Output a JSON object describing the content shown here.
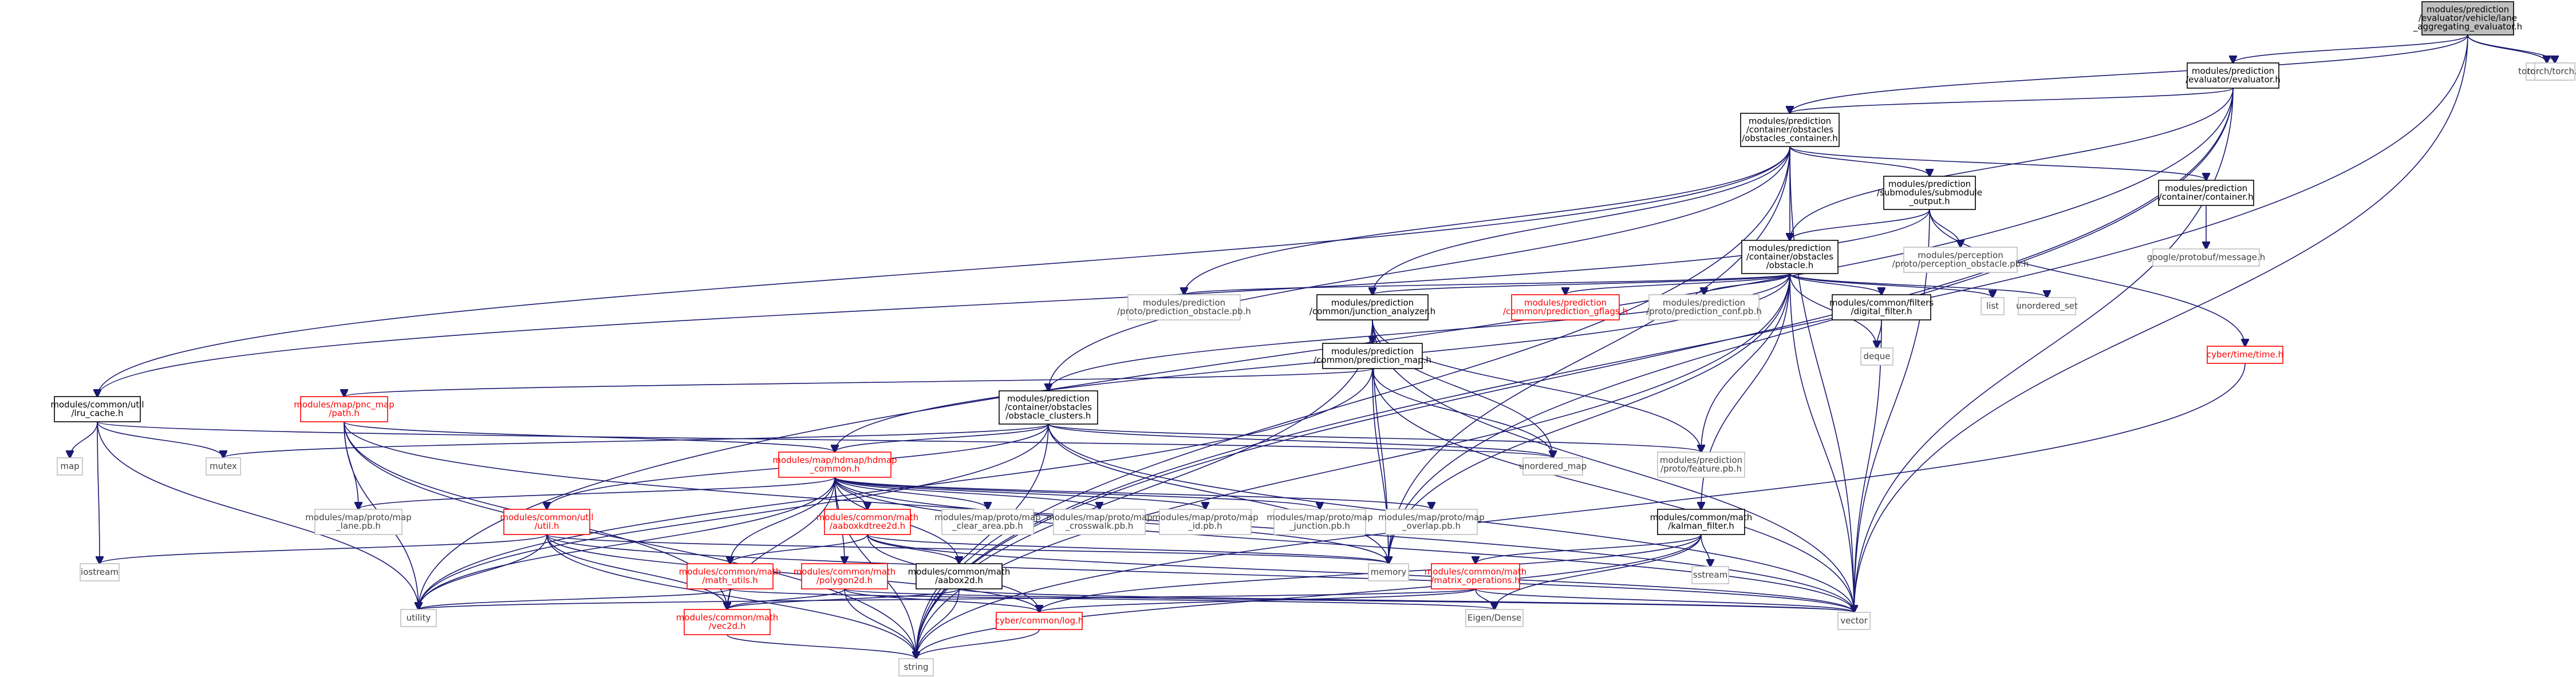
{
  "colors": {
    "edge": "#191970",
    "root_fill": "#bfbfbf",
    "node_border": "#000000",
    "broken_link_border": "#ff0000",
    "plain_border": "#bfbfbf"
  },
  "nodes": [
    {
      "id": "root",
      "kind": "root",
      "lines": [
        "modules/prediction",
        "/evaluator/vehicle/lane",
        "_aggregating_evaluator.h"
      ]
    },
    {
      "id": "evaluator",
      "kind": "box",
      "lines": [
        "modules/prediction",
        "/evaluator/evaluator.h"
      ]
    },
    {
      "id": "torch_script",
      "kind": "plain",
      "lines": [
        "torch/script.h"
      ]
    },
    {
      "id": "torch_torch",
      "kind": "plain",
      "lines": [
        "torch/torch.h"
      ]
    },
    {
      "id": "obstacles_container",
      "kind": "box",
      "lines": [
        "modules/prediction",
        "/container/obstacles",
        "/obstacles_container.h"
      ]
    },
    {
      "id": "submodule_output",
      "kind": "box",
      "lines": [
        "modules/prediction",
        "/submodules/submodule",
        "_output.h"
      ]
    },
    {
      "id": "container_h",
      "kind": "box",
      "lines": [
        "modules/prediction",
        "/container/container.h"
      ]
    },
    {
      "id": "obstacle_h",
      "kind": "box",
      "lines": [
        "modules/prediction",
        "/container/obstacles",
        "/obstacle.h"
      ]
    },
    {
      "id": "perception_obstacle",
      "kind": "plain",
      "lines": [
        "modules/perception",
        "/proto/perception_obstacle.pb.h"
      ]
    },
    {
      "id": "protobuf_message",
      "kind": "plain",
      "lines": [
        "google/protobuf/message.h"
      ]
    },
    {
      "id": "prediction_obstacle_pb",
      "kind": "plain",
      "lines": [
        "modules/prediction",
        "/proto/prediction_obstacle.pb.h"
      ]
    },
    {
      "id": "junction_analyzer",
      "kind": "box",
      "lines": [
        "modules/prediction",
        "/common/junction_analyzer.h"
      ]
    },
    {
      "id": "prediction_gflags",
      "kind": "red",
      "lines": [
        "modules/prediction",
        "/common/prediction_gflags.h"
      ]
    },
    {
      "id": "prediction_conf_pb",
      "kind": "plain",
      "lines": [
        "modules/prediction",
        "/proto/prediction_conf.pb.h"
      ]
    },
    {
      "id": "digital_filter",
      "kind": "box",
      "lines": [
        "modules/common/filters",
        "/digital_filter.h"
      ]
    },
    {
      "id": "list",
      "kind": "plain",
      "lines": [
        "list"
      ]
    },
    {
      "id": "unordered_set",
      "kind": "plain",
      "lines": [
        "unordered_set"
      ]
    },
    {
      "id": "cyber_time",
      "kind": "red",
      "lines": [
        "cyber/time/time.h"
      ]
    },
    {
      "id": "prediction_map",
      "kind": "box",
      "lines": [
        "modules/prediction",
        "/common/prediction_map.h"
      ]
    },
    {
      "id": "deque",
      "kind": "plain",
      "lines": [
        "deque"
      ]
    },
    {
      "id": "lru_cache",
      "kind": "box",
      "lines": [
        "modules/common/util",
        "/lru_cache.h"
      ]
    },
    {
      "id": "pnc_map_path",
      "kind": "red",
      "lines": [
        "modules/map/pnc_map",
        "/path.h"
      ]
    },
    {
      "id": "obstacle_clusters",
      "kind": "box",
      "lines": [
        "modules/prediction",
        "/container/obstacles",
        "/obstacle_clusters.h"
      ]
    },
    {
      "id": "unordered_map",
      "kind": "plain",
      "lines": [
        "unordered_map"
      ]
    },
    {
      "id": "feature_pb",
      "kind": "plain",
      "lines": [
        "modules/prediction",
        "/proto/feature.pb.h"
      ]
    },
    {
      "id": "map",
      "kind": "plain",
      "lines": [
        "map"
      ]
    },
    {
      "id": "mutex",
      "kind": "plain",
      "lines": [
        "mutex"
      ]
    },
    {
      "id": "hdmap_common",
      "kind": "red",
      "lines": [
        "modules/map/hdmap/hdmap",
        "_common.h"
      ]
    },
    {
      "id": "map_lane_pb",
      "kind": "plain",
      "lines": [
        "modules/map/proto/map",
        "_lane.pb.h"
      ]
    },
    {
      "id": "util_h",
      "kind": "red",
      "lines": [
        "modules/common/util",
        "/util.h"
      ]
    },
    {
      "id": "aaboxkdtree2d",
      "kind": "red",
      "lines": [
        "modules/common/math",
        "/aaboxkdtree2d.h"
      ]
    },
    {
      "id": "map_clear_area",
      "kind": "plain",
      "lines": [
        "modules/map/proto/map",
        "_clear_area.pb.h"
      ]
    },
    {
      "id": "map_crosswalk",
      "kind": "plain",
      "lines": [
        "modules/map/proto/map",
        "_crosswalk.pb.h"
      ]
    },
    {
      "id": "map_id",
      "kind": "plain",
      "lines": [
        "modules/map/proto/map",
        "_id.pb.h"
      ]
    },
    {
      "id": "map_junction",
      "kind": "plain",
      "lines": [
        "modules/map/proto/map",
        "_junction.pb.h"
      ]
    },
    {
      "id": "map_overlap",
      "kind": "plain",
      "lines": [
        "modules/map/proto/map",
        "_overlap.pb.h"
      ]
    },
    {
      "id": "kalman_filter",
      "kind": "box",
      "lines": [
        "modules/common/math",
        "/kalman_filter.h"
      ]
    },
    {
      "id": "iostream",
      "kind": "plain",
      "lines": [
        "iostream"
      ]
    },
    {
      "id": "math_utils",
      "kind": "red",
      "lines": [
        "modules/common/math",
        "/math_utils.h"
      ]
    },
    {
      "id": "polygon2d",
      "kind": "red",
      "lines": [
        "modules/common/math",
        "/polygon2d.h"
      ]
    },
    {
      "id": "aabox2d",
      "kind": "box",
      "lines": [
        "modules/common/math",
        "/aabox2d.h"
      ]
    },
    {
      "id": "memory",
      "kind": "plain",
      "lines": [
        "memory"
      ]
    },
    {
      "id": "matrix_operations",
      "kind": "red",
      "lines": [
        "modules/common/math",
        "/matrix_operations.h"
      ]
    },
    {
      "id": "sstream",
      "kind": "plain",
      "lines": [
        "sstream"
      ]
    },
    {
      "id": "utility",
      "kind": "plain",
      "lines": [
        "utility"
      ]
    },
    {
      "id": "vec2d",
      "kind": "red",
      "lines": [
        "modules/common/math",
        "/vec2d.h"
      ]
    },
    {
      "id": "cyber_log",
      "kind": "red",
      "lines": [
        "cyber/common/log.h"
      ]
    },
    {
      "id": "eigen_dense",
      "kind": "plain",
      "lines": [
        "Eigen/Dense"
      ]
    },
    {
      "id": "vector",
      "kind": "plain",
      "lines": [
        "vector"
      ]
    },
    {
      "id": "string",
      "kind": "plain",
      "lines": [
        "string"
      ]
    }
  ],
  "edges": [
    [
      "root",
      "evaluator"
    ],
    [
      "root",
      "obstacles_container"
    ],
    [
      "root",
      "torch_script"
    ],
    [
      "root",
      "torch_torch"
    ],
    [
      "root",
      "vector"
    ],
    [
      "root",
      "string"
    ],
    [
      "evaluator",
      "obstacles_container"
    ],
    [
      "evaluator",
      "obstacle_h"
    ],
    [
      "evaluator",
      "memory"
    ],
    [
      "evaluator",
      "vector"
    ],
    [
      "evaluator",
      "string"
    ],
    [
      "evaluator",
      "utility"
    ],
    [
      "obstacles_container",
      "submodule_output"
    ],
    [
      "obstacles_container",
      "container_h"
    ],
    [
      "obstacles_container",
      "obstacle_h"
    ],
    [
      "obstacles_container",
      "prediction_obstacle_pb"
    ],
    [
      "obstacles_container",
      "junction_analyzer"
    ],
    [
      "obstacles_container",
      "lru_cache"
    ],
    [
      "obstacles_container",
      "obstacle_clusters"
    ],
    [
      "obstacles_container",
      "memory"
    ],
    [
      "obstacles_container",
      "vector"
    ],
    [
      "obstacles_container",
      "string"
    ],
    [
      "submodule_output",
      "obstacle_h"
    ],
    [
      "submodule_output",
      "perception_obstacle"
    ],
    [
      "submodule_output",
      "cyber_time"
    ],
    [
      "submodule_output",
      "vector"
    ],
    [
      "submodule_output",
      "lru_cache"
    ],
    [
      "container_h",
      "protobuf_message"
    ],
    [
      "obstacle_h",
      "prediction_obstacle_pb"
    ],
    [
      "obstacle_h",
      "junction_analyzer"
    ],
    [
      "obstacle_h",
      "prediction_gflags"
    ],
    [
      "obstacle_h",
      "prediction_conf_pb"
    ],
    [
      "obstacle_h",
      "digital_filter"
    ],
    [
      "obstacle_h",
      "list"
    ],
    [
      "obstacle_h",
      "unordered_set"
    ],
    [
      "obstacle_h",
      "deque"
    ],
    [
      "obstacle_h",
      "obstacle_clusters"
    ],
    [
      "obstacle_h",
      "hdmap_common"
    ],
    [
      "obstacle_h",
      "kalman_filter"
    ],
    [
      "obstacle_h",
      "feature_pb"
    ],
    [
      "obstacle_h",
      "memory"
    ],
    [
      "obstacle_h",
      "vector"
    ],
    [
      "obstacle_h",
      "string"
    ],
    [
      "junction_analyzer",
      "prediction_map"
    ],
    [
      "junction_analyzer",
      "unordered_map"
    ],
    [
      "junction_analyzer",
      "feature_pb"
    ],
    [
      "junction_analyzer",
      "memory"
    ],
    [
      "junction_analyzer",
      "vector"
    ],
    [
      "junction_analyzer",
      "string"
    ],
    [
      "digital_filter",
      "deque"
    ],
    [
      "digital_filter",
      "vector"
    ],
    [
      "cyber_time",
      "string"
    ],
    [
      "prediction_map",
      "pnc_map_path"
    ],
    [
      "prediction_map",
      "unordered_map"
    ],
    [
      "prediction_map",
      "memory"
    ],
    [
      "prediction_map",
      "vector"
    ],
    [
      "prediction_map",
      "utility"
    ],
    [
      "lru_cache",
      "map"
    ],
    [
      "lru_cache",
      "mutex"
    ],
    [
      "lru_cache",
      "iostream"
    ],
    [
      "lru_cache",
      "utility"
    ],
    [
      "lru_cache",
      "unordered_map"
    ],
    [
      "pnc_map_path",
      "hdmap_common"
    ],
    [
      "pnc_map_path",
      "map_lane_pb"
    ],
    [
      "pnc_map_path",
      "vec2d"
    ],
    [
      "pnc_map_path",
      "string"
    ],
    [
      "pnc_map_path",
      "utility"
    ],
    [
      "pnc_map_path",
      "vector"
    ],
    [
      "obstacle_clusters",
      "mutex"
    ],
    [
      "obstacle_clusters",
      "hdmap_common"
    ],
    [
      "obstacle_clusters",
      "util_h"
    ],
    [
      "obstacle_clusters",
      "unordered_map"
    ],
    [
      "obstacle_clusters",
      "feature_pb"
    ],
    [
      "obstacle_clusters",
      "memory"
    ],
    [
      "obstacle_clusters",
      "vector"
    ],
    [
      "obstacle_clusters",
      "string"
    ],
    [
      "obstacle_clusters",
      "utility"
    ],
    [
      "hdmap_common",
      "map_lane_pb"
    ],
    [
      "hdmap_common",
      "aaboxkdtree2d"
    ],
    [
      "hdmap_common",
      "map_clear_area"
    ],
    [
      "hdmap_common",
      "map_crosswalk"
    ],
    [
      "hdmap_common",
      "map_id"
    ],
    [
      "hdmap_common",
      "map_junction"
    ],
    [
      "hdmap_common",
      "map_overlap"
    ],
    [
      "hdmap_common",
      "math_utils"
    ],
    [
      "hdmap_common",
      "polygon2d"
    ],
    [
      "hdmap_common",
      "aabox2d"
    ],
    [
      "hdmap_common",
      "vec2d"
    ],
    [
      "hdmap_common",
      "memory"
    ],
    [
      "hdmap_common",
      "vector"
    ],
    [
      "hdmap_common",
      "string"
    ],
    [
      "hdmap_common",
      "utility"
    ],
    [
      "util_h",
      "iostream"
    ],
    [
      "util_h",
      "memory"
    ],
    [
      "util_h",
      "vector"
    ],
    [
      "util_h",
      "utility"
    ],
    [
      "util_h",
      "vec2d"
    ],
    [
      "util_h",
      "cyber_log"
    ],
    [
      "util_h",
      "string"
    ],
    [
      "aaboxkdtree2d",
      "aabox2d"
    ],
    [
      "aaboxkdtree2d",
      "math_utils"
    ],
    [
      "aaboxkdtree2d",
      "cyber_log"
    ],
    [
      "aaboxkdtree2d",
      "memory"
    ],
    [
      "aaboxkdtree2d",
      "vector"
    ],
    [
      "kalman_filter",
      "matrix_operations"
    ],
    [
      "kalman_filter",
      "sstream"
    ],
    [
      "kalman_filter",
      "eigen_dense"
    ],
    [
      "kalman_filter",
      "cyber_log"
    ],
    [
      "kalman_filter",
      "string"
    ],
    [
      "math_utils",
      "vec2d"
    ],
    [
      "math_utils",
      "utility"
    ],
    [
      "math_utils",
      "eigen_dense"
    ],
    [
      "polygon2d",
      "vec2d"
    ],
    [
      "polygon2d",
      "cyber_log"
    ],
    [
      "polygon2d",
      "vector"
    ],
    [
      "polygon2d",
      "string"
    ],
    [
      "aabox2d",
      "vec2d"
    ],
    [
      "aabox2d",
      "vector"
    ],
    [
      "aabox2d",
      "string"
    ],
    [
      "matrix_operations",
      "eigen_dense"
    ],
    [
      "matrix_operations",
      "cyber_log"
    ],
    [
      "matrix_operations",
      "vector"
    ],
    [
      "matrix_operations",
      "utility"
    ],
    [
      "vec2d",
      "string"
    ],
    [
      "cyber_log",
      "string"
    ]
  ]
}
